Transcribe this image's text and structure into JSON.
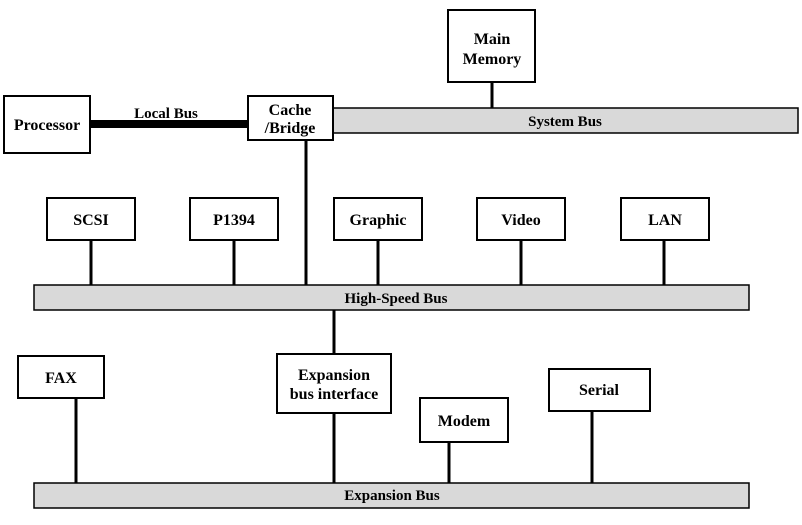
{
  "diagram": {
    "components": {
      "processor": "Processor",
      "cache_bridge": [
        "Cache",
        "/Bridge"
      ],
      "main_memory": [
        "Main",
        "Memory"
      ],
      "scsi": "SCSI",
      "p1394": "P1394",
      "graphic": "Graphic",
      "video": "Video",
      "lan": "LAN",
      "fax": "FAX",
      "expansion_interface": [
        "Expansion",
        "bus interface"
      ],
      "modem": "Modem",
      "serial": "Serial"
    },
    "buses": {
      "local": "Local Bus",
      "system": "System Bus",
      "high_speed": "High-Speed Bus",
      "expansion": "Expansion Bus"
    }
  }
}
